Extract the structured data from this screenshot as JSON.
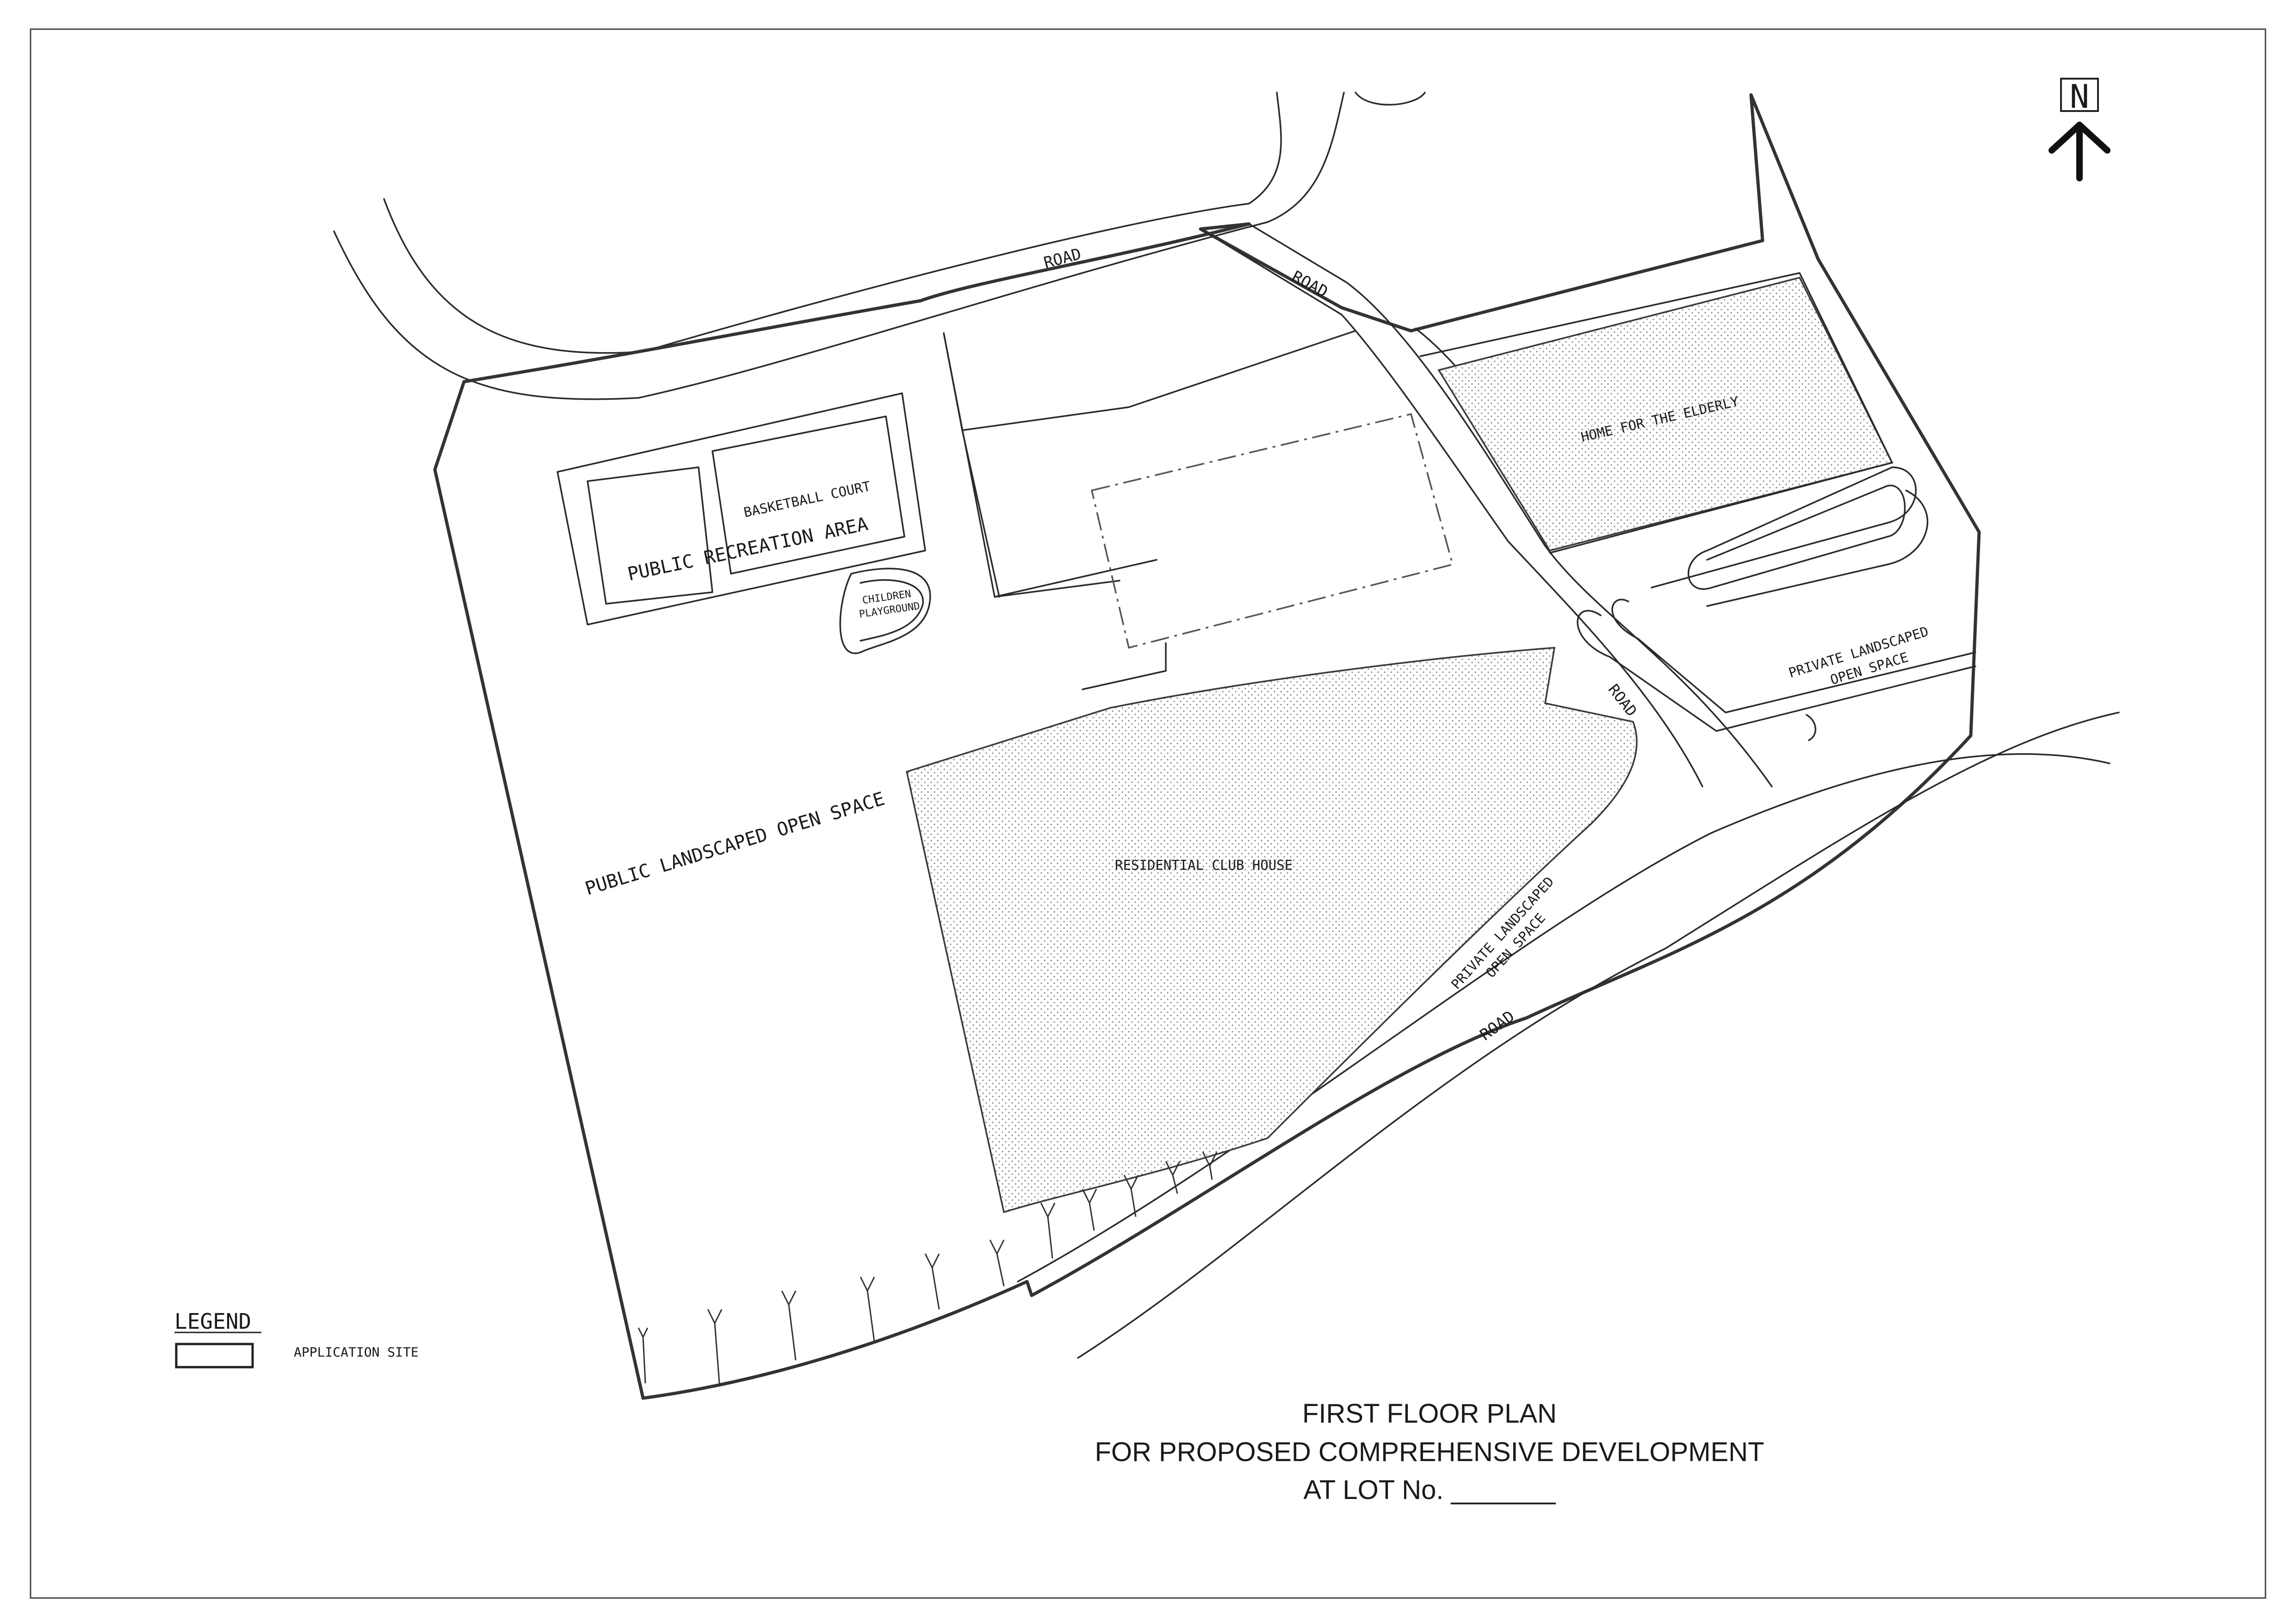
{
  "north": {
    "letter": "N"
  },
  "roads": {
    "north_road": "ROAD",
    "access_road_top": "ROAD",
    "access_road_mid": "ROAD",
    "south_road": "ROAD"
  },
  "areas": {
    "basketball_court": "BASKETBALL COURT",
    "public_recreation_area": "PUBLIC RECREATION AREA",
    "children_playground_line1": "CHILDREN",
    "children_playground_line2": "PLAYGROUND",
    "home_for_elderly": "HOME FOR THE ELDERLY",
    "private_open_space_east_line1": "PRIVATE LANDSCAPED",
    "private_open_space_east_line2": "OPEN SPACE",
    "public_open_space": "PUBLIC LANDSCAPED OPEN SPACE",
    "residential_club_house": "RESIDENTIAL CLUB HOUSE",
    "private_open_space_south_line1": "PRIVATE LANDSCAPED",
    "private_open_space_south_line2": "OPEN SPACE"
  },
  "legend": {
    "heading": "LEGEND",
    "item": "APPLICATION SITE"
  },
  "title_block": {
    "line1": "FIRST FLOOR PLAN",
    "line2": "FOR PROPOSED COMPREHENSIVE DEVELOPMENT",
    "line3": "AT LOT No. _______"
  }
}
